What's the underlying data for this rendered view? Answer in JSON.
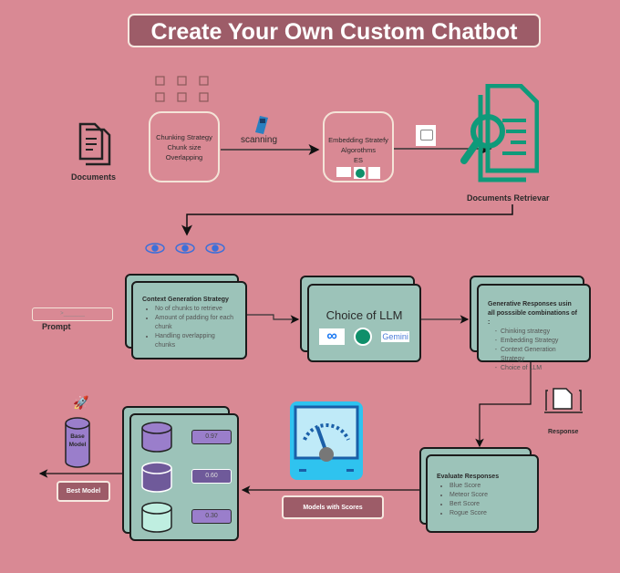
{
  "title": "Create Your Own Custom Chatbot",
  "documents": {
    "label": "Documents"
  },
  "chunking": {
    "lines": [
      "Chunking Strategy",
      "Chunk size",
      "Overlapping"
    ]
  },
  "scanning": {
    "label": "scanning"
  },
  "embedding": {
    "lines": [
      "Embedding Stratefy",
      "Algorothms",
      "ES"
    ]
  },
  "retriever": {
    "label": "Documents Retrievar"
  },
  "prompt": {
    "value": ">_______",
    "label": "Prompt"
  },
  "context": {
    "title": "Context Generation Strategy",
    "items": [
      "No of chunks to retrieve",
      "Amount of padding for each chunk",
      "Handling overlapping chunks"
    ]
  },
  "llm": {
    "title": "Choice of LLM",
    "logo_gemini": "Gemini"
  },
  "generative": {
    "title": "Generative Responses usin all posssible combinations of :",
    "items": [
      "Chinking strategy",
      "Embedding Strategy",
      "Context Generation Strategy",
      "Choice of LLM"
    ]
  },
  "response": {
    "label": "Response"
  },
  "evaluate": {
    "title": "Evaluate Responses",
    "items": [
      "Blue Score",
      "Meteor Score",
      "Bert Score",
      "Rogue Score"
    ]
  },
  "models_with_scores": {
    "label": "Models with Scores"
  },
  "scores": [
    "0.97",
    "0.60",
    "0.30"
  ],
  "base_model": {
    "label": "Base Model"
  },
  "best_model": {
    "label": "Best Model"
  },
  "colors": {
    "background": "#d98994",
    "card": "#9cc3b9",
    "accent": "#9d5c68",
    "cylinder": "#9a7ecb"
  }
}
